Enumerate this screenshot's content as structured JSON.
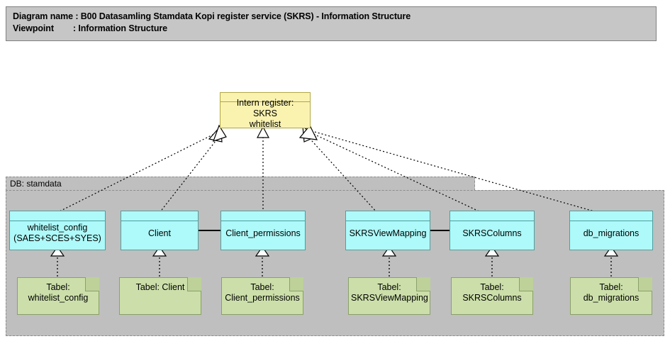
{
  "header": {
    "line1": "Diagram name : B00 Datasamling Stamdata Kopi register service (SKRS) - Information Structure",
    "line2": "Viewpoint        : Information Structure"
  },
  "colors": {
    "canvas": "#ffffff",
    "banner_fill": "#c6c6c6",
    "banner_border": "#808080",
    "group_fill": "#bfbfbf",
    "group_border": "#8c8c8c",
    "object_fill": "#aef9f9",
    "object_border": "#4f9f9f",
    "register_fill": "#faf3b0",
    "register_border": "#b3a642",
    "note_fill": "#ccdfaa",
    "note_border": "#8aa06a",
    "connector": "#000000"
  },
  "root": {
    "label": "Intern register: SKRS\nwhitelist",
    "type": "data-object"
  },
  "group": {
    "label": "DB: stamdata",
    "type": "grouping"
  },
  "objects": [
    {
      "id": "whitelist_config",
      "label": "whitelist_config\n(SAES+SCES+SYES)"
    },
    {
      "id": "client",
      "label": "Client"
    },
    {
      "id": "client_perms",
      "label": "Client_permissions"
    },
    {
      "id": "skrsviewmapping",
      "label": "SKRSViewMapping"
    },
    {
      "id": "skrscolumns",
      "label": "SKRSColumns"
    },
    {
      "id": "db_migrations",
      "label": "db_migrations"
    }
  ],
  "tables": [
    {
      "id": "t_whitelist_config",
      "label": "Tabel:\nwhitelist_config"
    },
    {
      "id": "t_client",
      "label": "Tabel: Client"
    },
    {
      "id": "t_client_perms",
      "label": "Tabel:\nClient_permissions"
    },
    {
      "id": "t_skrsviewmapping",
      "label": "Tabel:\nSKRSViewMapping"
    },
    {
      "id": "t_skrscolumns",
      "label": "Tabel: SKRSColumns"
    },
    {
      "id": "t_db_migrations",
      "label": "Tabel: db_migrations"
    }
  ],
  "relations": {
    "realization_count": 12,
    "association_count": 2,
    "notes": "Dotted lines with hollow triangle arrowheads (realization) run from each DB object up to the SKRS whitelist register, and from each Tabel note up to its DB object. Solid lines (association) join Client–Client_permissions and SKRSViewMapping–SKRSColumns."
  }
}
